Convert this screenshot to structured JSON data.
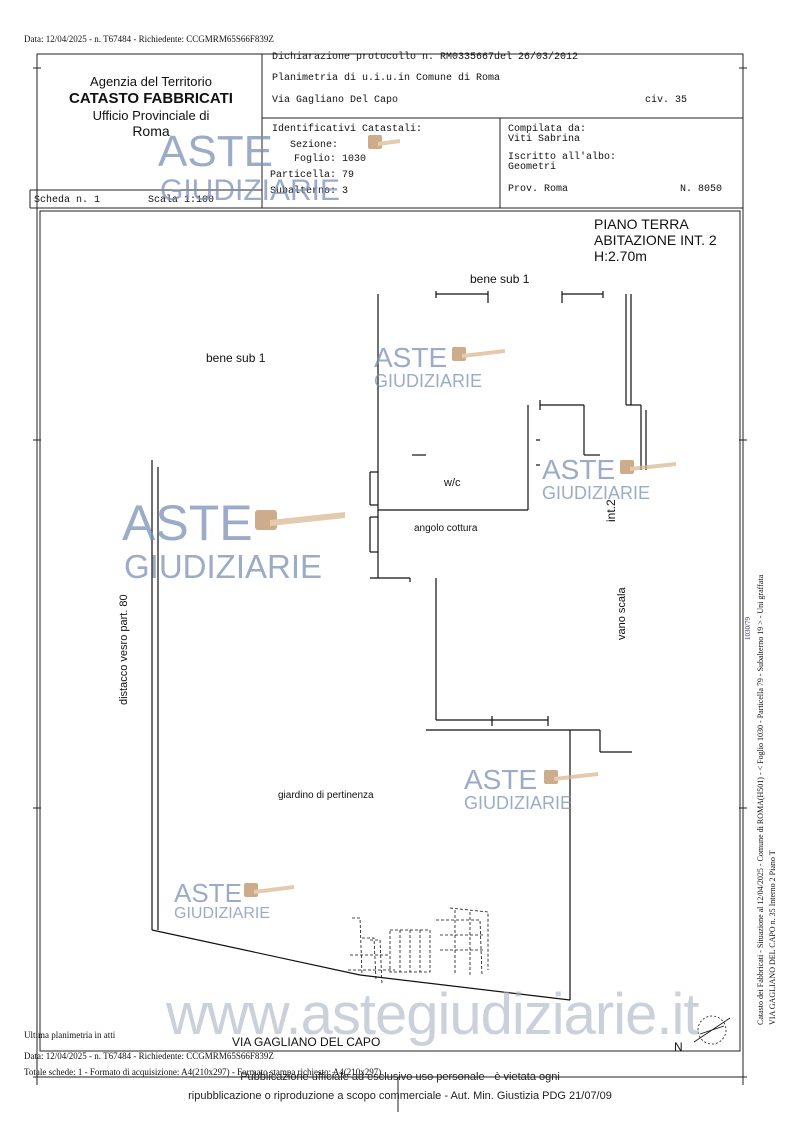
{
  "top_line": "Data: 12/04/2025 - n. T67484 - Richiedente: CCGMRM65S66F839Z",
  "header": {
    "agency": "Agenzia del Territorio",
    "catasto": "CATASTO FABBRICATI",
    "office": "Ufficio Provinciale di",
    "city": "Roma",
    "declaration": "Dichiarazione protocollo n. RM0335667del   26/03/2012",
    "planimetry": "Planimetria di u.i.u.in Comune di Roma",
    "street": "Via Gagliano Del Capo",
    "civ": "civ. 35",
    "identificativi": "Identificativi Catastali:",
    "sezione": "Sezione:",
    "foglio": "Foglio: 1030",
    "particella": "Particella: 79",
    "subalterno": "Subalterno: 3",
    "compilata": "Compilata da:",
    "compiler": "Viti Sabrina",
    "iscritto": "Iscritto all'albo:",
    "albo": "Geometri",
    "prov": "Prov. Roma",
    "num": "N.  8050",
    "scheda": "Scheda n. 1",
    "scala": "Scala 1:100"
  },
  "plan": {
    "title_1": "PIANO TERRA",
    "title_2": "ABITAZIONE INT. 2",
    "title_3": "H:2.70m",
    "bene_sub_top": "bene sub 1",
    "bene_sub_left": "bene sub 1",
    "wc": "w/c",
    "angolo": "angolo cottura",
    "int2": "int.2",
    "vano_scala": "vano scala",
    "distacco": "distacco vesro part. 80",
    "giardino": "giardino di pertinenza",
    "via": "VIA GAGLIANO DEL CAPO",
    "north": "N"
  },
  "watermark": {
    "aste": "ASTE",
    "giudiziarie": "GIUDIZIARIE",
    "site": "www.astegiudiziarie.it"
  },
  "side": {
    "line1": "Catasto dei Fabbricati - Situazione al 12/04/2025 - Comune di ROMA(H501) - < Foglio 1030 - Particella 79 - Subalterno 19 > - Uni graffata",
    "line2": "VIA GAGLIANO DEL CAPO n. 35 Interno 2 Piano T",
    "stamp": "1030/79"
  },
  "bottom": {
    "ultima": "Ultima planimetria in atti",
    "data": "Data: 12/04/2025 - n. T67484 - Richiedente: CCGMRM65S66F839Z",
    "totale": "Totale schede: 1 - Formato di acquisizione: A4(210x297) - Formato stampa richiesto: A4(210x297)",
    "pub1": "Pubblicazione ufficiale ad esclusivo uso personale - è vietata ogni",
    "pub2": "ripubblicazione o riproduzione a scopo commerciale - Aut. Min. Giustizia PDG 21/07/09"
  }
}
